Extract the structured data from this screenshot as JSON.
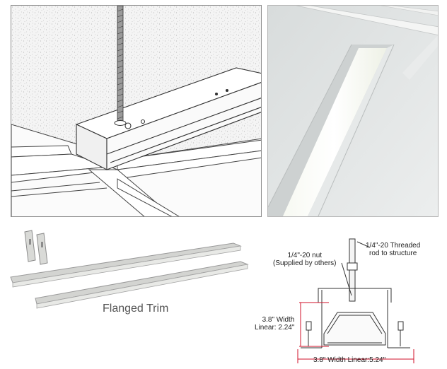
{
  "trim": {
    "label": "Flanged Trim"
  },
  "diagram": {
    "rod_label_line1": "1/4\"-20 Threaded",
    "rod_label_line2": "rod to structure",
    "nut_label_line1": "1/4\"-20 nut",
    "nut_label_line2": "(Supplied by others)",
    "width_label_line1": "3.8\" Width",
    "width_label_line2": "Linear: 2.24\"",
    "bottom_width_label": "3.8\" Width Linear:5.24\""
  },
  "colors": {
    "dimension_line": "#d0122a",
    "outline": "#333333",
    "ceiling_tile": "#f3f3f3",
    "trim_gray": "#cfd0cd"
  }
}
